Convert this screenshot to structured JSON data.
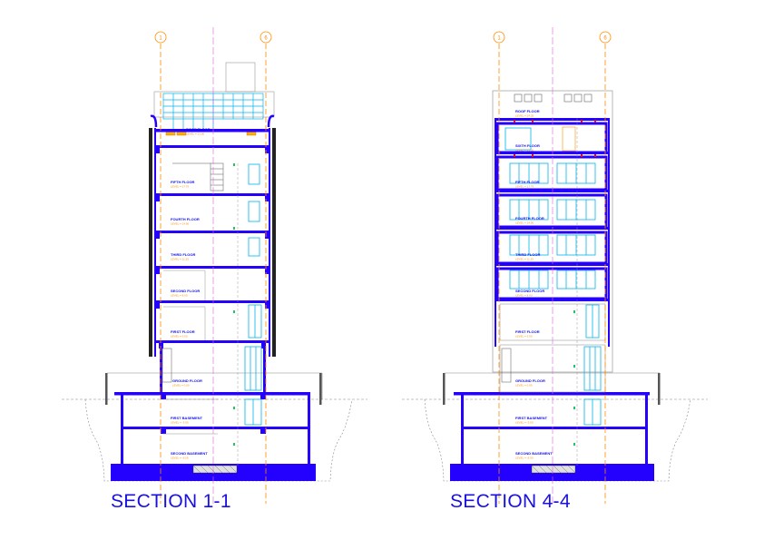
{
  "colors": {
    "structure": "#2400ff",
    "axis": "#ff8c00",
    "centerline": "#dd66dd",
    "glass": "#00b4ee",
    "ground": "#888888",
    "thin_line": "#555555",
    "green_mark": "#22c55e"
  },
  "sections": [
    {
      "id": "section-1-1",
      "title": "SECTION 1-1",
      "axis_labels": [
        "1",
        "6"
      ],
      "floors": [
        {
          "name": "ROOF FLOOR",
          "level": "LEVEL = 21.00"
        },
        {
          "name": "FIFTH FLOOR",
          "level": "LEVEL = 17.75"
        },
        {
          "name": "FOURTH FLOOR",
          "level": "LEVEL = 14.50"
        },
        {
          "name": "THIRD FLOOR",
          "level": "LEVEL = 11.25"
        },
        {
          "name": "SECOND FLOOR",
          "level": "LEVEL = 8.00"
        },
        {
          "name": "FIRST FLOOR",
          "level": "LEVEL = 3.50"
        },
        {
          "name": "GROUND FLOOR",
          "level": "LEVEL = 0.00"
        },
        {
          "name": "FIRST BASEMENT",
          "level": "LEVEL = -3.50"
        },
        {
          "name": "SECOND BASEMENT",
          "level": "LEVEL = -6.50"
        }
      ]
    },
    {
      "id": "section-4-4",
      "title": "SECTION 4-4",
      "axis_labels": [
        "1",
        "6"
      ],
      "floors": [
        {
          "name": "ROOF FLOOR",
          "level": "LEVEL = 24.25"
        },
        {
          "name": "SIXTH FLOOR",
          "level": "LEVEL = 21.00"
        },
        {
          "name": "FIFTH FLOOR",
          "level": "LEVEL = 17.75"
        },
        {
          "name": "FOURTH FLOOR",
          "level": "LEVEL = 14.50"
        },
        {
          "name": "THIRD FLOOR",
          "level": "LEVEL = 11.25"
        },
        {
          "name": "SECOND FLOOR",
          "level": "LEVEL = 8.00"
        },
        {
          "name": "FIRST FLOOR",
          "level": "LEVEL = 3.50"
        },
        {
          "name": "GROUND FLOOR",
          "level": "LEVEL = 0.00"
        },
        {
          "name": "FIRST BASEMENT",
          "level": "LEVEL = -3.50"
        },
        {
          "name": "SECOND BASEMENT",
          "level": "LEVEL = -6.50"
        }
      ]
    }
  ]
}
